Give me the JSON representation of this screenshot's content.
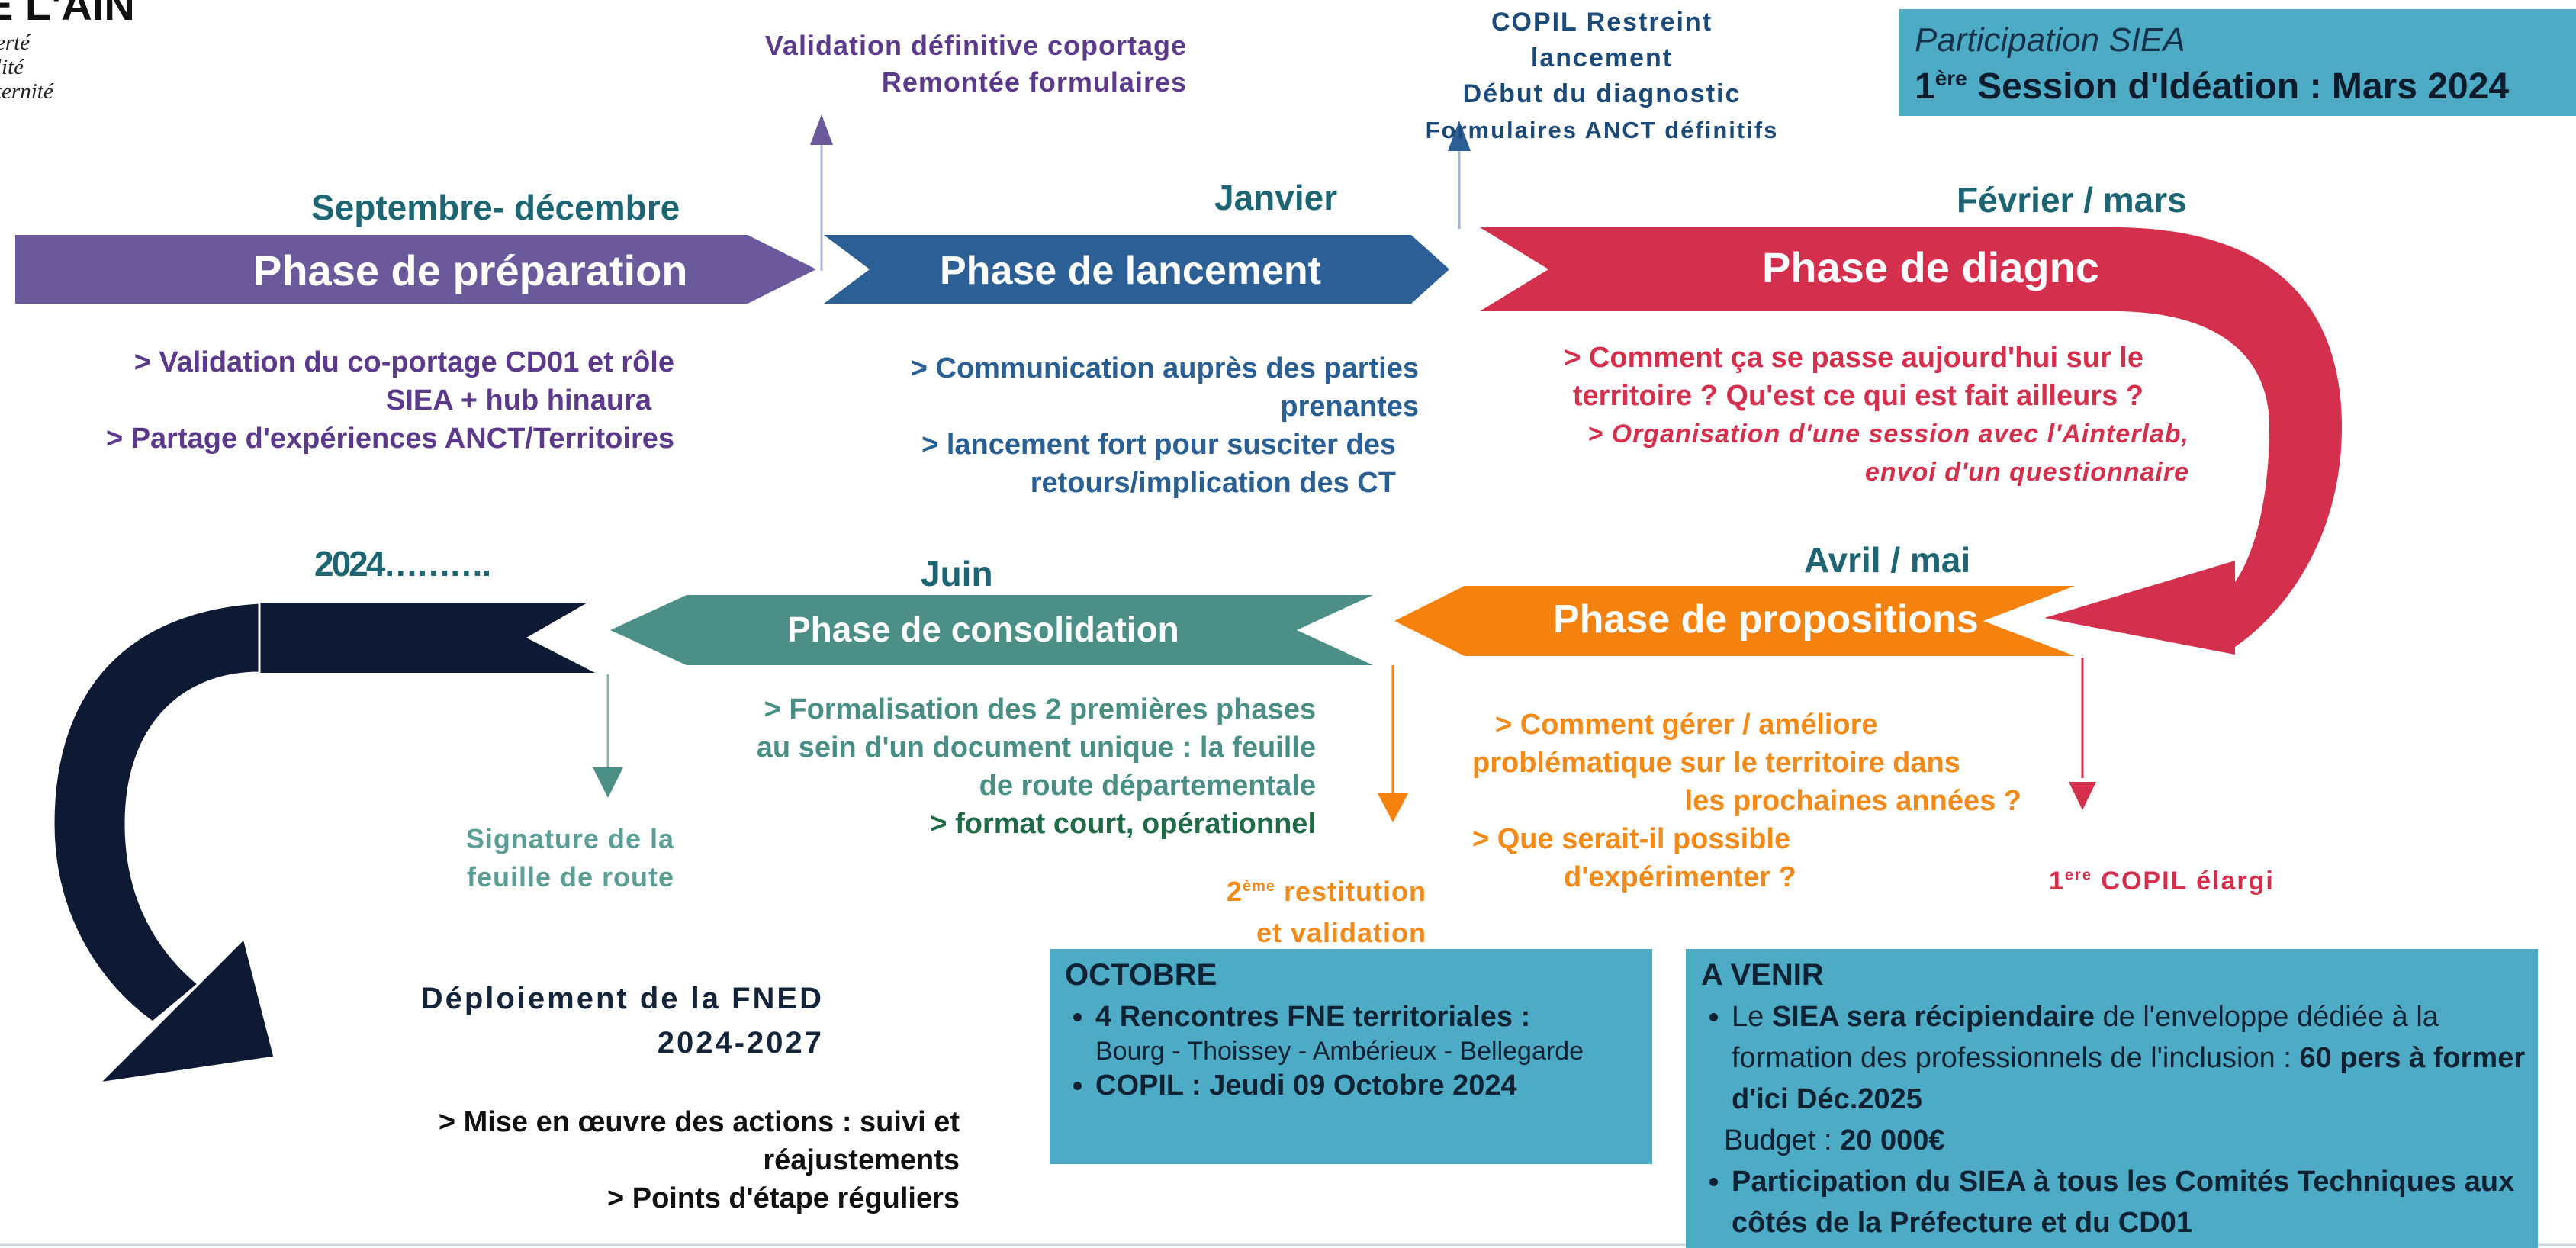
{
  "header": {
    "logo_title": "E L'AIN",
    "motto": [
      "erté",
      "lité",
      "ternité"
    ]
  },
  "phases": {
    "preparation": {
      "label": "Phase de préparation",
      "period": "Septembre- décembre",
      "bullets": [
        "> Validation du co-portage CD01 et rôle",
        "SIEA + hub hinaura",
        "> Partage d'expériences ANCT/Territoires"
      ],
      "milestone": [
        "Validation définitive coportage",
        "Remontée formulaires"
      ]
    },
    "lancement": {
      "label": "Phase de lancement",
      "period": "Janvier",
      "bullets": [
        "> Communication auprès des parties",
        "prenantes",
        "> lancement fort pour susciter des",
        "retours/implication des CT"
      ],
      "milestone": [
        "COPIL Restreint lancement",
        "Début du diagnostic",
        "Formulaires ANCT définitifs"
      ]
    },
    "diagnostic": {
      "label": "Phase de diagnc",
      "period": "Février / mars",
      "bullets": [
        "> Comment ça se passe aujourd'hui sur le",
        "territoire ? Qu'est ce qui est fait ailleurs ?",
        "> Organisation d'une session avec l'Ainterlab,",
        "envoi d'un questionnaire"
      ]
    },
    "propositions": {
      "label": "Phase de propositions",
      "period": "Avril / mai",
      "bullets": [
        "> Comment gérer / améliore",
        "problématique sur le territoire dans",
        "les prochaines années ?",
        "> Que serait-il possible",
        "d'expérimenter ?"
      ],
      "milestone_sup": "ere",
      "milestone_num": "1",
      "milestone_rest": "COPIL élargi"
    },
    "consolidation": {
      "label": "Phase de consolidation",
      "period": "Juin",
      "bullets": [
        "> Formalisation des 2 premières phases",
        "au sein d'un document unique : la feuille",
        "de route départementale",
        "> format court, opérationnel"
      ],
      "milestone_num": "2",
      "milestone_sup": "ème",
      "milestone_rest": "restitution",
      "milestone_line2": "et validation"
    },
    "deploiement": {
      "period": "2024……….",
      "signature": [
        "Signature de la",
        "feuille de route"
      ],
      "title": [
        "Déploiement de la FNED",
        "2024-2027"
      ],
      "bullets": [
        "> Mise en œuvre des actions : suivi et",
        "réajustements",
        "> Points d'étape réguliers"
      ]
    }
  },
  "siea_box": {
    "line1": "Participation SIEA",
    "line2_num": "1",
    "line2_sup": "ère",
    "line2_rest": "Session d'Idéation : Mars 2024"
  },
  "octobre_box": {
    "title": "OCTOBRE",
    "item1_title": "4 Rencontres FNE territoriales :",
    "item1_text": "Bourg - Thoissey - Ambérieux - Bellegarde",
    "item2": "COPIL : Jeudi 09 Octobre 2024"
  },
  "avenir_box": {
    "title": "A VENIR",
    "item1_a": "Le ",
    "item1_b": "SIEA sera récipiendaire",
    "item1_c": " de l'enveloppe dédiée à la formation des professionnels de l'inclusion : ",
    "item1_d": "60 pers à former d'ici Déc.2025",
    "budget_label": "Budget : ",
    "budget_value": "20 000€",
    "item2": "Participation du SIEA à tous les Comités Techniques aux côtés de la Préfecture et du CD01"
  },
  "colors": {
    "preparation": "#6a5a9c",
    "lancement": "#2b5f96",
    "diagnostic": "#d42f4d",
    "propositions": "#f5820f",
    "consolidation": "#4b8f86",
    "deploiement": "#0e1a33",
    "box": "#4eabc6"
  }
}
